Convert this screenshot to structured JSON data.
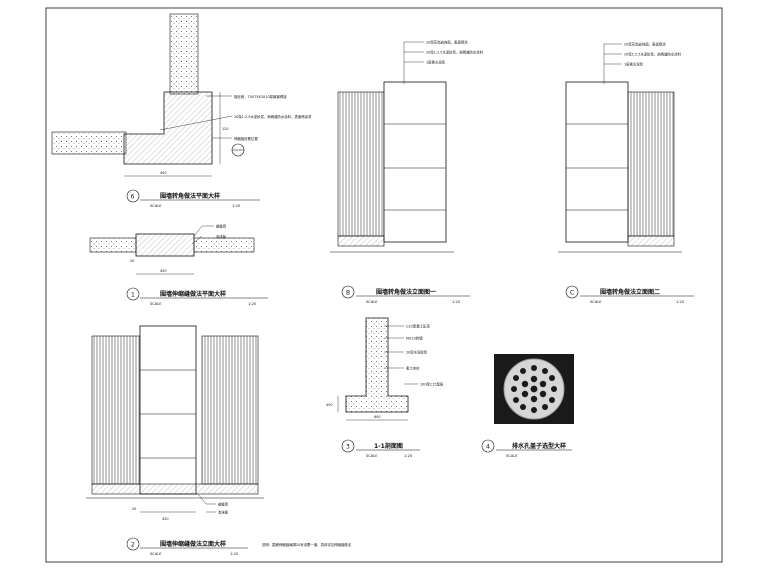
{
  "details": [
    {
      "num": "6",
      "title": "围墙转角做法平面大样",
      "scale": "SCALE",
      "ratio": "1:20"
    },
    {
      "num": "1",
      "title": "围墙伸缩缝做法平面大样",
      "scale": "SCALE",
      "ratio": "1:20"
    },
    {
      "num": "B",
      "title": "围墙转角做法立面图一",
      "scale": "SCALE",
      "ratio": "1:20"
    },
    {
      "num": "C",
      "title": "围墙转角做法立面图二",
      "scale": "SCALE",
      "ratio": "1:20"
    },
    {
      "num": "2",
      "title": "围墙伸缩缝做法立面大样",
      "scale": "SCALE",
      "ratio": "1:20"
    },
    {
      "num": "3",
      "title": "1-1剖面图",
      "scale": "SCALE",
      "ratio": "1:20"
    },
    {
      "num": "4",
      "title": "排水孔盖子选型大样",
      "scale": "SCALE",
      "ratio": ""
    }
  ],
  "annotations": {
    "corner_plan": [
      "钢丝网，75X75X3X10厚扁钢焊接",
      "20厚1:2.5水泥砂浆，刷两道防水涂料，表面喷涂漆",
      "伸缩缝设置位置"
    ],
    "joint_plan": [
      "嵌缝膏",
      "泡沫板"
    ],
    "elevation_b": [
      "20厚花岗岩饰面，表面喷涂",
      "20厚1:2.5水泥砂浆，刷两道防水涂料",
      "1层素水泥浆"
    ],
    "elevation_c": [
      "20厚花岗岩饰面，表面喷涂",
      "20厚1:2.5水泥砂浆，刷两道防水涂料",
      "1层素水泥浆"
    ],
    "section": [
      "C20混凝土压顶",
      "MU10砖墙",
      "20厚水泥砂浆",
      "素土夯实",
      "100厚C15垫层"
    ],
    "elevation_2": [
      "嵌缝膏",
      "泡沫板"
    ],
    "note": "说明：围墙伸缩缝每隔20米设置一道，具体详见伸缩缝做法"
  },
  "dimensions": {
    "corner_plan": [
      "450",
      "120"
    ],
    "joint_plan": [
      "450",
      "20"
    ],
    "section": [
      "600",
      "450"
    ],
    "elevation_2": [
      "20",
      "450"
    ]
  },
  "colors": {
    "ink": "#111111",
    "hatch": "#555555",
    "paper": "#ffffff"
  }
}
